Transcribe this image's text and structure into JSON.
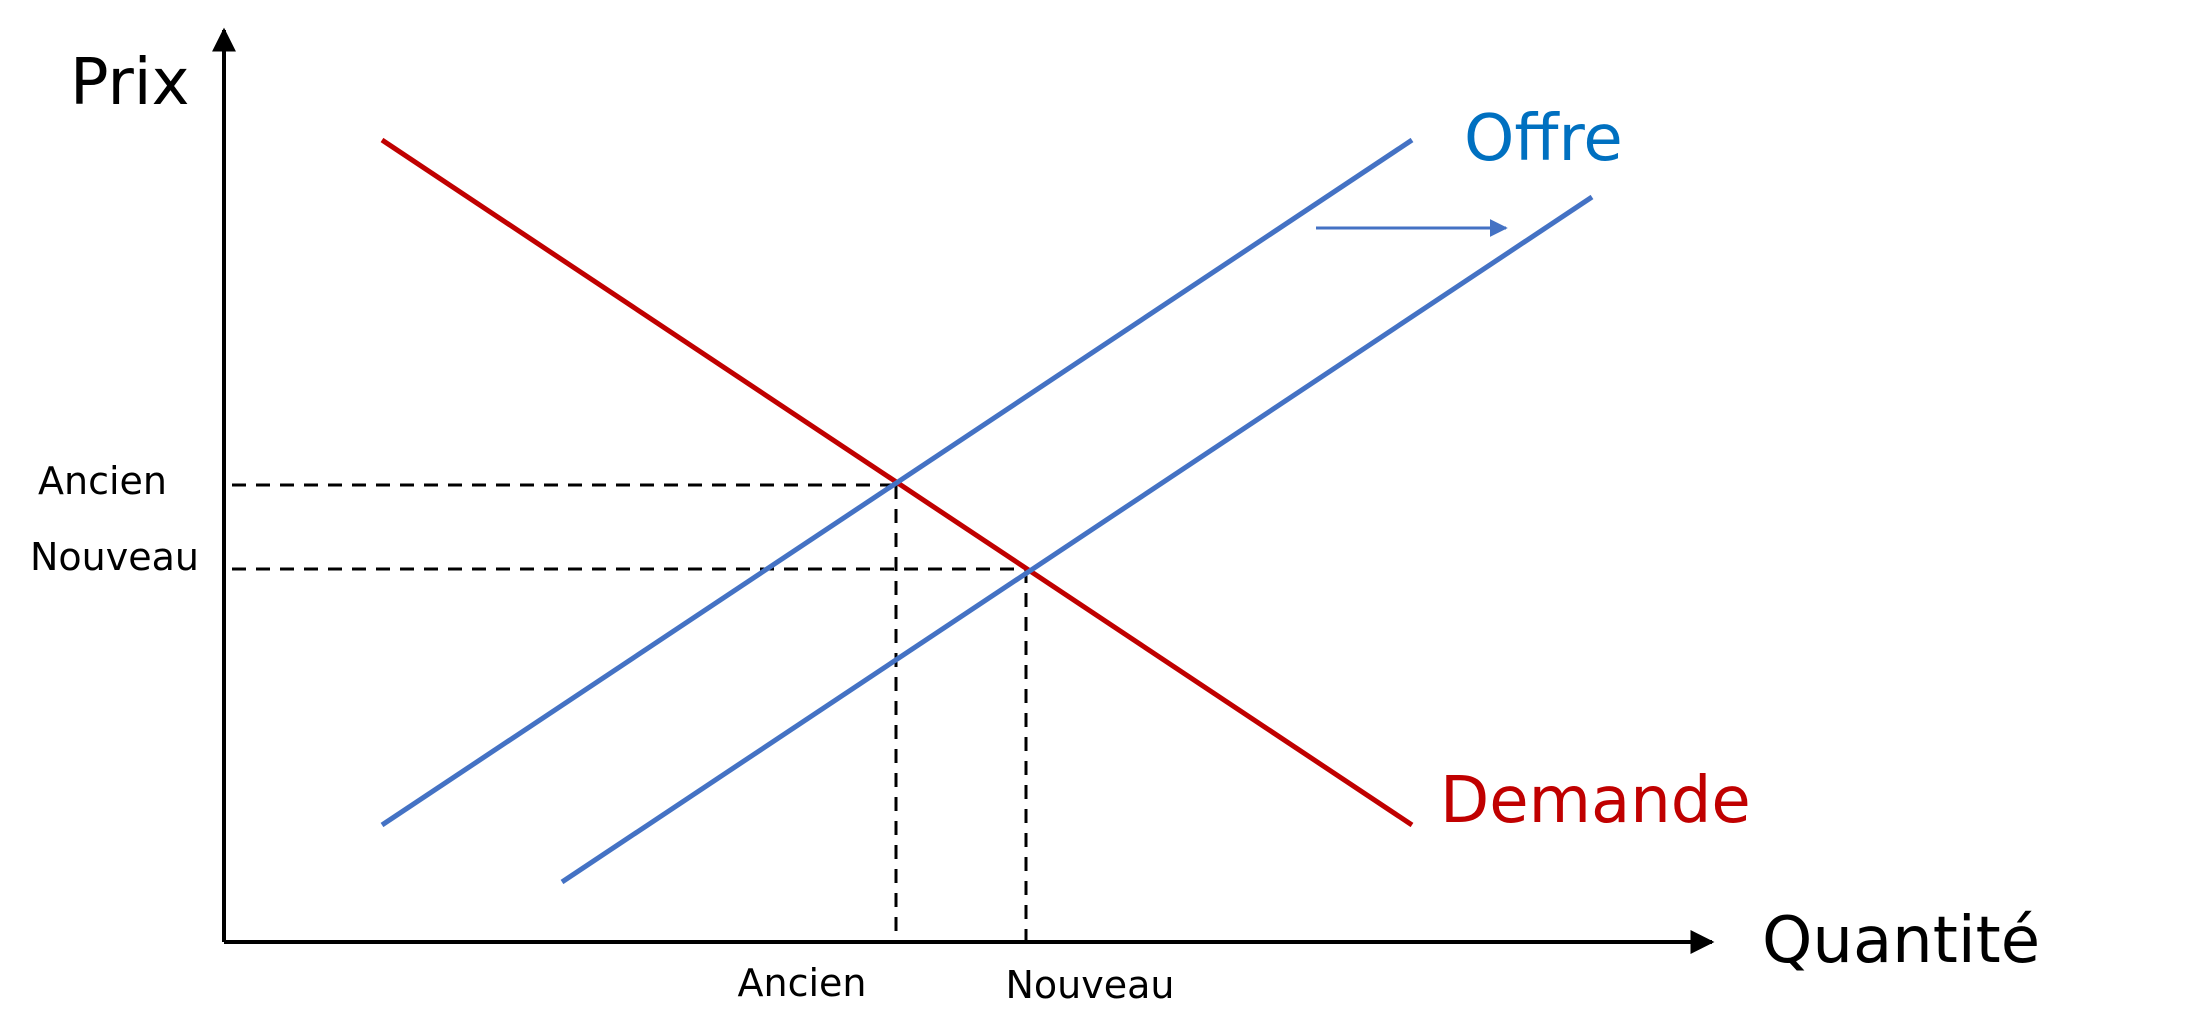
{
  "axes": {
    "y_title": "Prix",
    "x_title": "Quantité"
  },
  "price_levels": {
    "old": "Ancien",
    "new": "Nouveau"
  },
  "quantity_levels": {
    "old": "Ancien",
    "new": "Nouveau"
  },
  "curves": {
    "supply": {
      "label": "Offre",
      "color": "#0070C0",
      "line_color": "#4472C4"
    },
    "demand": {
      "label": "Demande",
      "color": "#C00000",
      "line_color": "#C00000"
    }
  },
  "shift": {
    "direction": "right",
    "arrow_color": "#4472C4"
  },
  "colors": {
    "axis": "#000000",
    "guide": "#000000"
  }
}
